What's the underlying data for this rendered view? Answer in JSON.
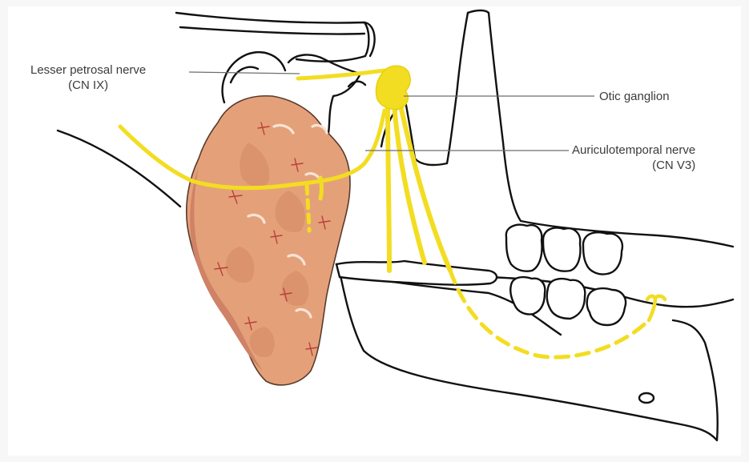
{
  "labels": {
    "lesser_petrosal": {
      "line1": "Lesser petrosal nerve",
      "line2": "(CN IX)"
    },
    "otic_ganglion": {
      "line1": "Otic ganglion"
    },
    "auriculotemporal": {
      "line1": "Auriculotemporal nerve",
      "line2": "(CN V3)"
    }
  },
  "colors": {
    "nerve": "#f3dd22",
    "nerve_dark": "#e8cf10",
    "gland_base": "#e4a179",
    "gland_shadow": "#cf8265",
    "gland_outline": "#5a3a2c",
    "bone_outline": "#111111",
    "leader": "#6e6e6e",
    "background": "#ffffff"
  }
}
